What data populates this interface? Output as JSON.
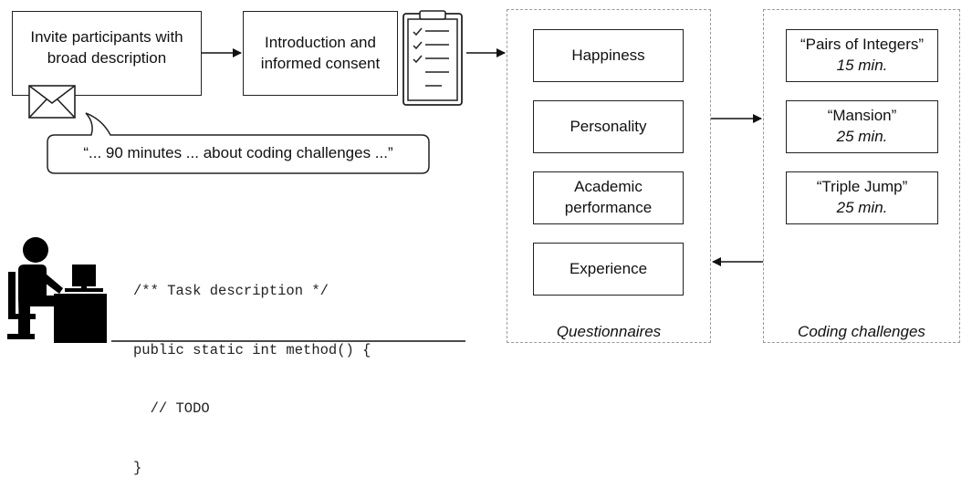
{
  "steps": {
    "invite": "Invite participants with broad description",
    "intro": "Introduction and informed consent"
  },
  "speech_bubble": "“... 90 minutes ... about coding challenges ...”",
  "questionnaires": {
    "items": [
      "Happiness",
      "Personality",
      "Academic performance",
      "Experience"
    ],
    "caption": "Questionnaires"
  },
  "coding_challenges": {
    "items": [
      {
        "name": "“Pairs of Integers”",
        "time": "15 min."
      },
      {
        "name": "“Mansion”",
        "time": "25 min."
      },
      {
        "name": "“Triple Jump”",
        "time": "25 min."
      }
    ],
    "caption": "Coding challenges"
  },
  "code_snippet": {
    "lines": [
      "/** Task description */",
      "public static int method() {",
      "  // TODO",
      "}"
    ]
  },
  "icons": [
    "envelope-icon",
    "clipboard-checklist-icon",
    "person-at-computer-icon"
  ]
}
